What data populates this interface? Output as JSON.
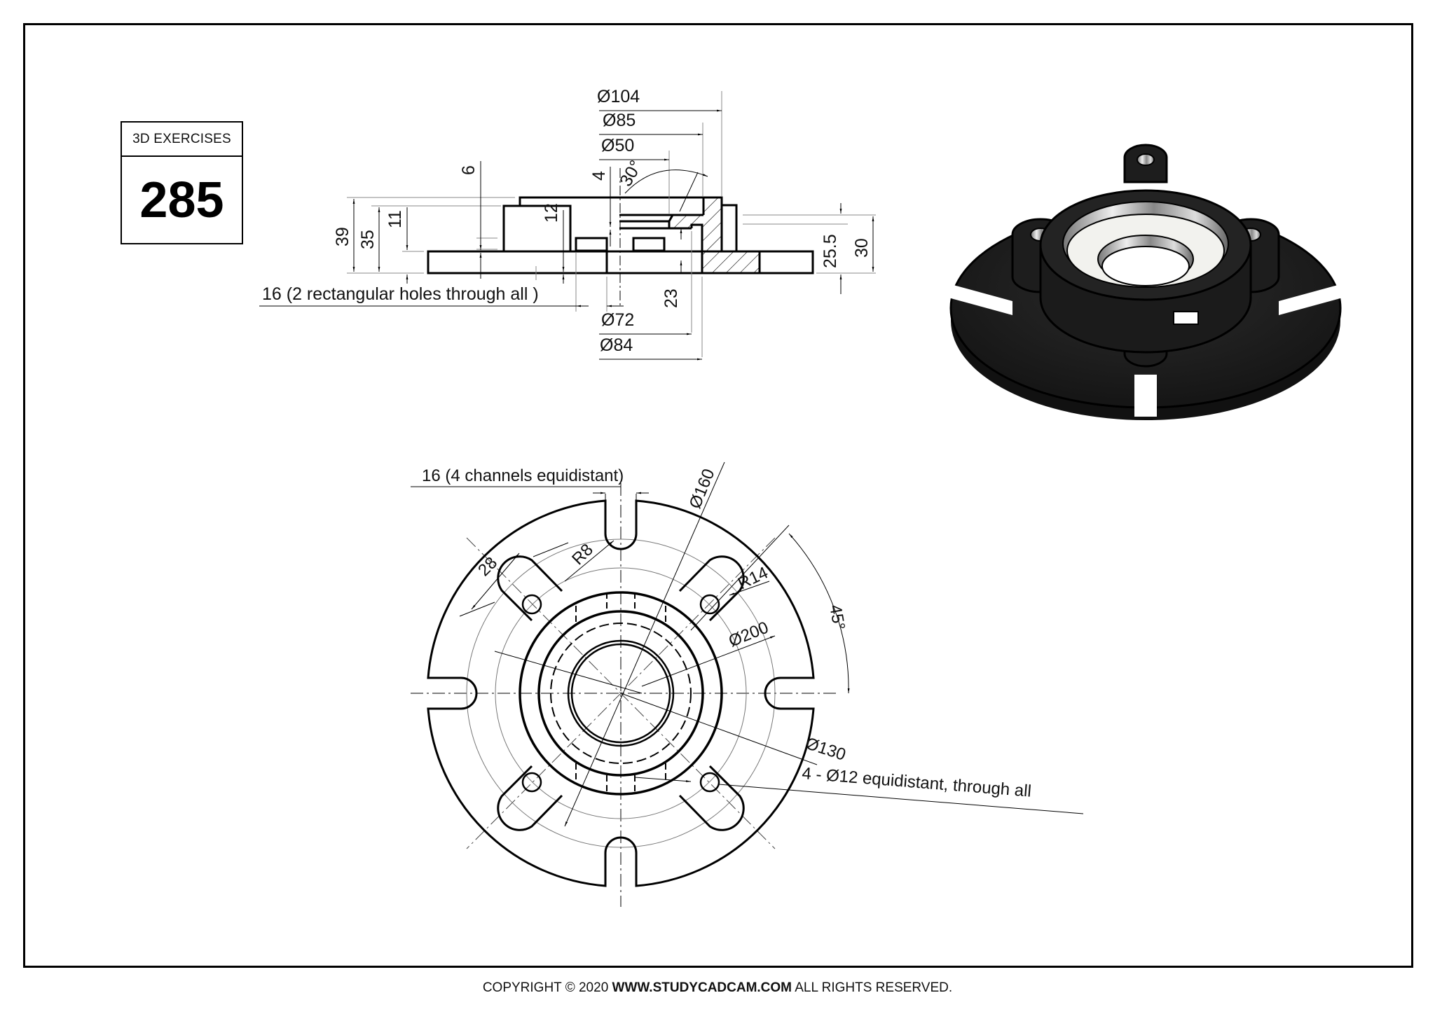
{
  "title_block": {
    "category": "3D EXERCISES",
    "number": "285"
  },
  "side_view": {
    "dimensions": {
      "d104": "Ø104",
      "d85": "Ø85",
      "d50": "Ø50",
      "d72": "Ø72",
      "d84": "Ø84",
      "h39": "39",
      "h35": "35",
      "h11": "11",
      "h6": "6",
      "h12": "12",
      "h4": "4",
      "angle30": "30°",
      "h23": "23",
      "h25_5": "25.5",
      "h30": "30"
    },
    "note": "16 (2 rectangular holes through all )"
  },
  "top_view": {
    "dimensions": {
      "channels": "16 (4 channels equidistant)",
      "d160": "Ø160",
      "r8": "R8",
      "w28": "28",
      "r14": "R14",
      "angle45": "45°",
      "d200": "Ø200",
      "d130": "Ø130"
    },
    "note": "4 - Ø12 equidistant, through all"
  },
  "isometric_view": {
    "description": "3D render of flanged bearing housing",
    "body_color": "#1e1e1e",
    "bore_color": "#f2f2ee"
  },
  "footer": {
    "prefix": "COPYRIGHT © 2020 ",
    "site": "WWW.STUDYCADCAM.COM",
    "suffix": " ALL RIGHTS RESERVED."
  }
}
